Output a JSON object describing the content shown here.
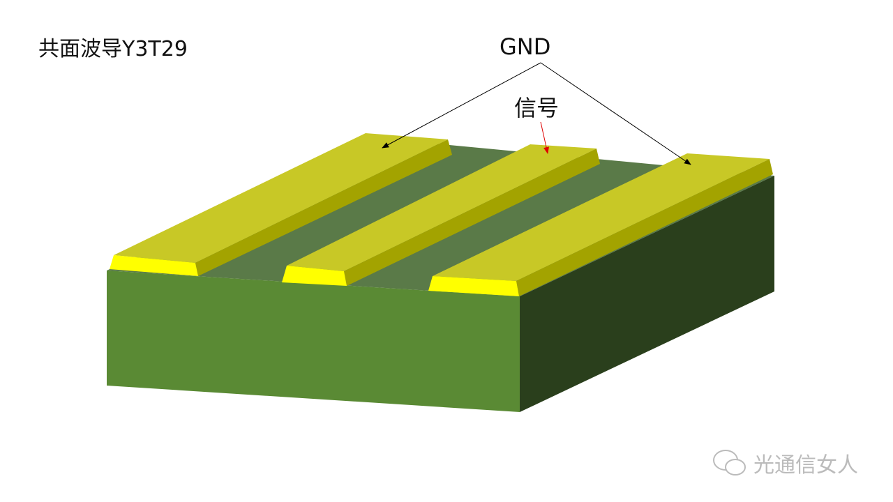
{
  "title": "共面波导Y3T29",
  "labels": {
    "gnd": "GND",
    "signal": "信号"
  },
  "watermark": "光通信女人",
  "colors": {
    "substrate_front": "#5a8a34",
    "substrate_side": "#2a3f1c",
    "substrate_top": "#5a7a48",
    "strip_top": "#c8c826",
    "strip_side": "#a3a300",
    "strip_front": "#ffff00",
    "signal_arrow": "#e00000"
  }
}
